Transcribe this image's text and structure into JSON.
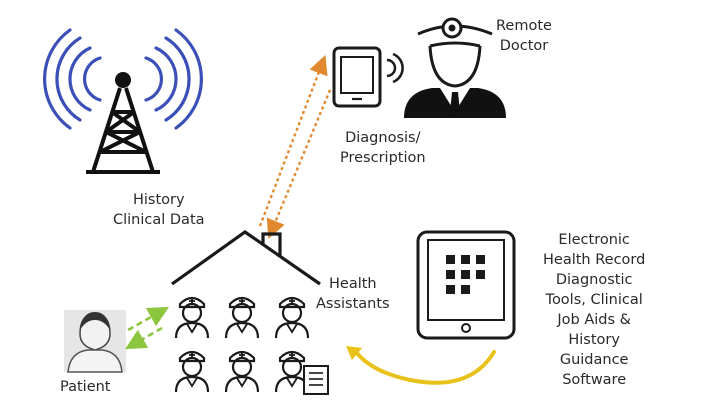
{
  "labels": {
    "remote_doctor": [
      "Remote",
      "Doctor"
    ],
    "diagnosis": [
      "Diagnosis/",
      "Prescription"
    ],
    "history": [
      "History",
      "Clinical Data"
    ],
    "health_assistants": [
      "Health",
      "Assistants"
    ],
    "ehr": [
      "Electronic",
      "Health Record",
      "Diagnostic",
      "Tools, Clinical",
      "Job Aids  &",
      "History",
      "Guidance",
      "Software"
    ],
    "patient": "Patient"
  },
  "icons": {
    "tower": "radio-tower-icon",
    "phone": "smartphone-icon",
    "doctor": "doctor-icon",
    "house": "house-outline-icon",
    "assistant": "nurse-icon",
    "tablet": "tablet-icon",
    "patient": "patient-photo-icon",
    "report": "document-icon"
  },
  "colors": {
    "waves": "#3a4fb8",
    "dotted_arrow": "#e0892e",
    "patient_arrows": "#8cc63f",
    "curved_arrow": "#e8c21a",
    "line": "#1a1a1a"
  }
}
